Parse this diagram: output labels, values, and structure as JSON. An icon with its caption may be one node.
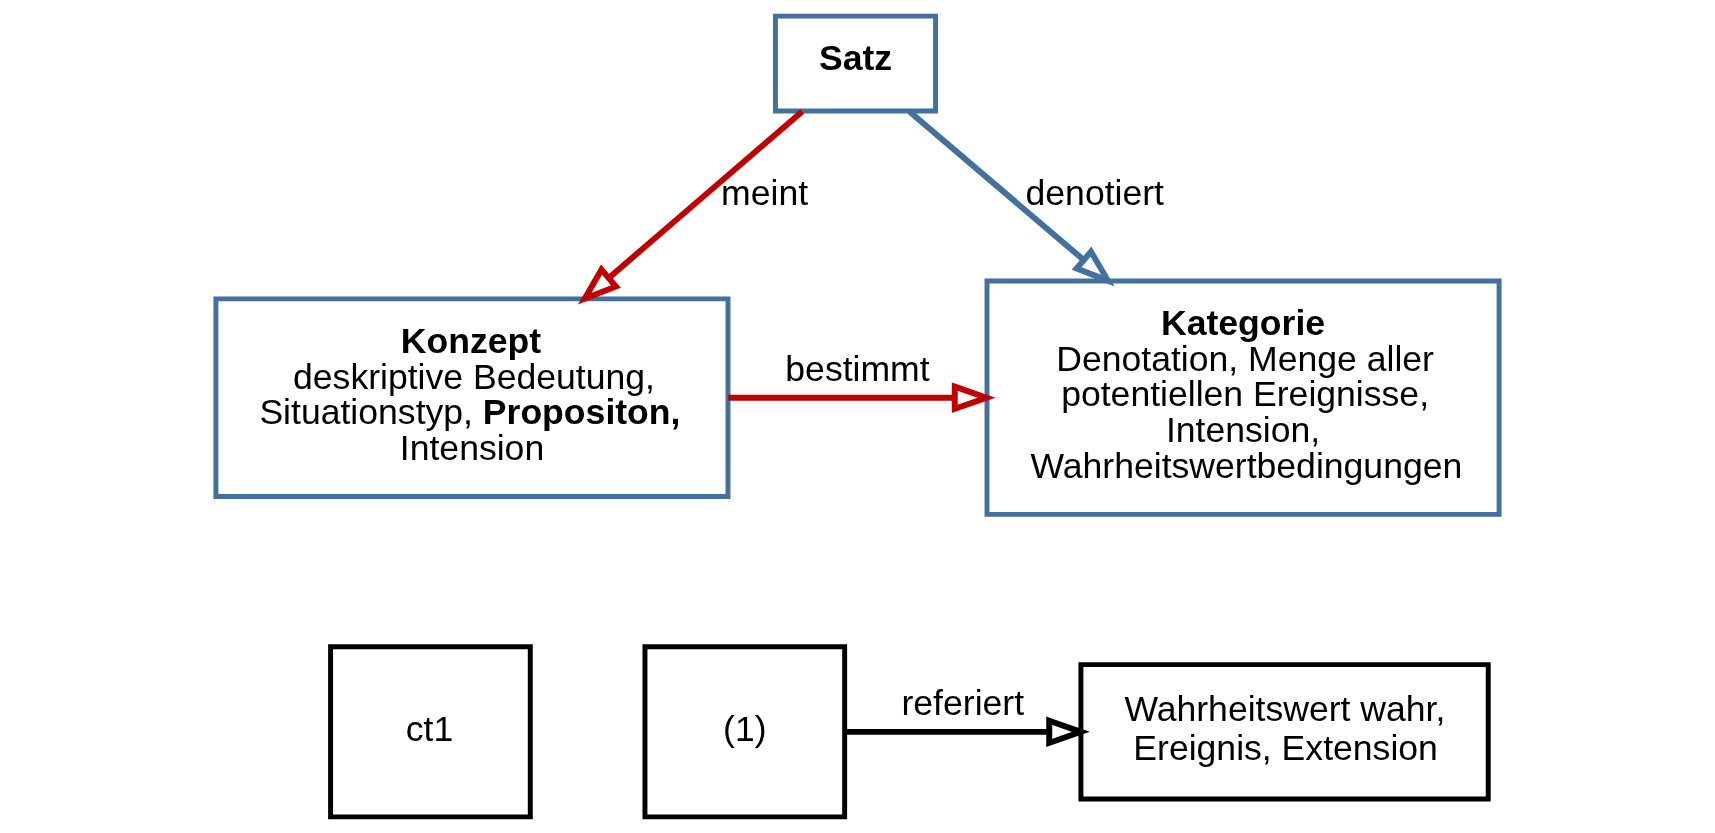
{
  "diagram": {
    "nodes": [
      {
        "text": [
          "Satz"
        ]
      },
      {
        "text": [
          "Konzept",
          "deskriptive Bedeutung, Situationstyp, **Propositon,** Intension"
        ]
      },
      {
        "text": [
          "Kategorie",
          "Denotation, Menge aller potentiellen Ereignisse, Intension, Wahrheitswertbedingungen"
        ]
      },
      {
        "text": [
          "ct1"
        ]
      },
      {
        "text": [
          "(1)"
        ]
      },
      {
        "text": [
          "Wahrheitswert wahr, Ereignis, Extension"
        ]
      }
    ],
    "edges": [
      {
        "from": 0,
        "to": 1,
        "arrow": "to",
        "label": "meint",
        "color": "#c00000"
      },
      {
        "from": 0,
        "to": 2,
        "arrow": "to",
        "label": "denotiert",
        "color": "#41719c"
      },
      {
        "from": 1,
        "to": 2,
        "arrow": "to",
        "label": "bestimmt",
        "color": "#c00000"
      },
      {
        "from": 4,
        "to": 5,
        "arrow": "to",
        "label": "referiert",
        "color": "#000000"
      }
    ]
  }
}
